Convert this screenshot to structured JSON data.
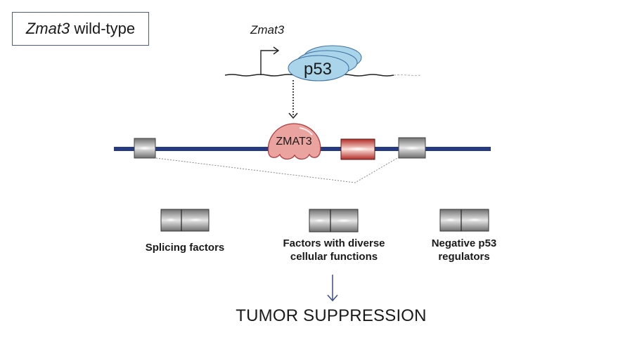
{
  "title": {
    "gene_italic": "Zmat3",
    "suffix": " wild-type"
  },
  "promoter": {
    "gene_label": "Zmat3",
    "transcription_factor": "p53"
  },
  "rna_binding_protein": {
    "label": "ZMAT3"
  },
  "target_groups": [
    {
      "label_line1": "Splicing factors",
      "label_line2": ""
    },
    {
      "label_line1": "Factors with diverse",
      "label_line2": "cellular functions"
    },
    {
      "label_line1": "Negative p53",
      "label_line2": "regulators"
    }
  ],
  "outcome": "TUMOR SUPPRESSION",
  "colors": {
    "gene_line": "#253a80",
    "p53_fill": "#a9d4ea",
    "p53_stroke": "#3c6ea0",
    "zmat3_fill": "#eba3a0",
    "zmat3_stroke": "#b0393c",
    "exon_red": "#c83a35",
    "exon_gray": "#8e8e8e",
    "arrow_blue": "#3a4c8c"
  }
}
